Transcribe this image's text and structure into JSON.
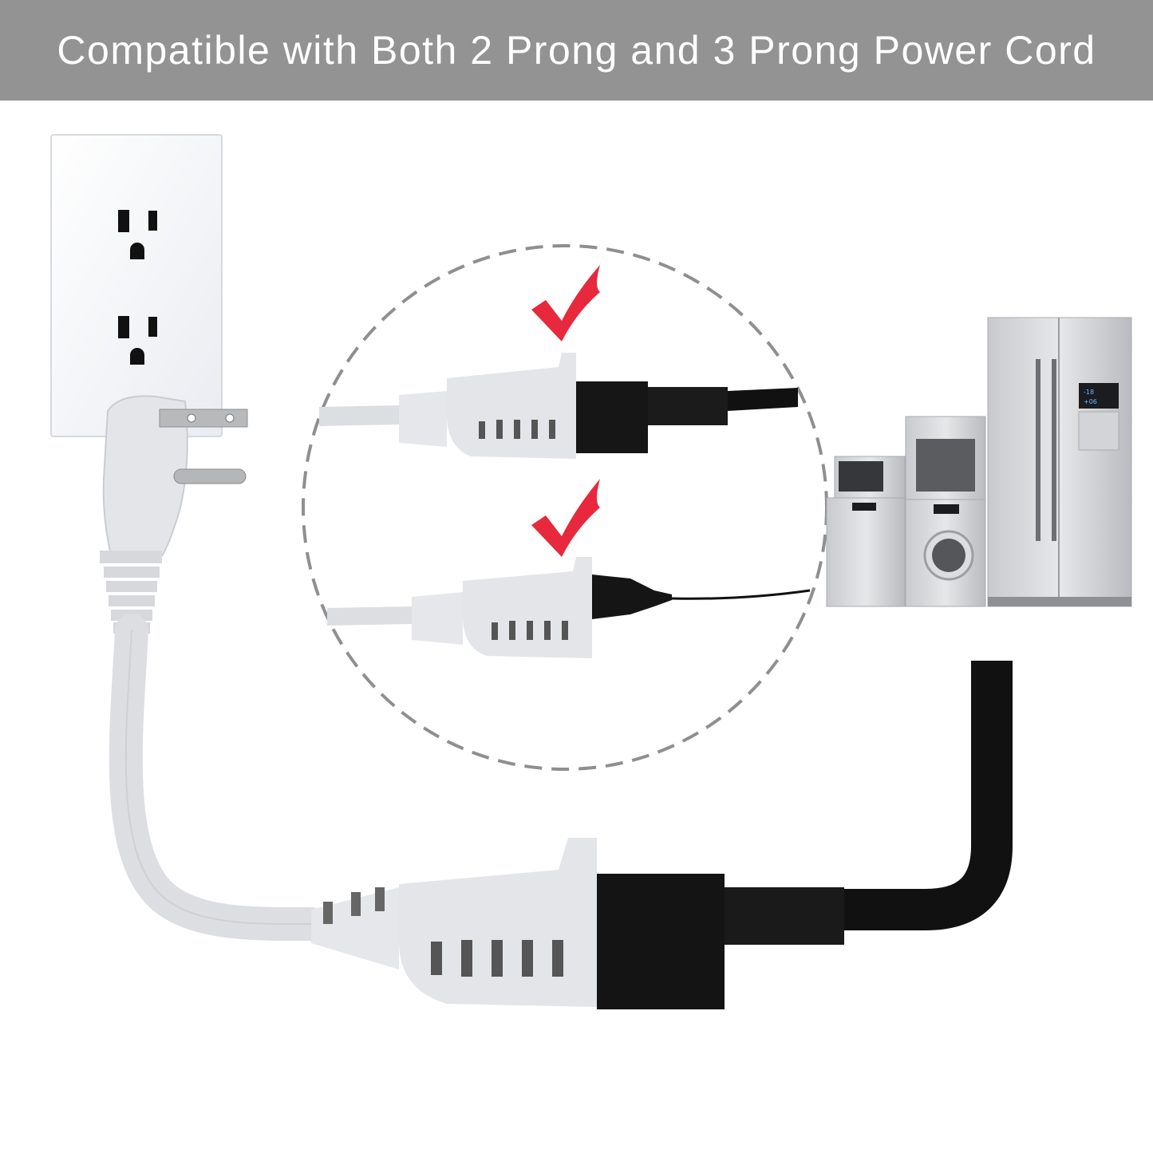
{
  "banner": {
    "title": "Compatible with Both 2 Prong and 3 Prong Power Cord",
    "background": "#939393",
    "text_color": "#ffffff"
  },
  "illustration": {
    "wall_outlet": {
      "label": "wall-outlet",
      "receptacles": 2
    },
    "plug": {
      "type": "3-prong flat angled plug",
      "color": "#e4e6ea"
    },
    "callout": {
      "style": "dashed-circle",
      "stroke": "#8f8f8f",
      "items": [
        {
          "label": "3-prong-connection",
          "check_color": "#e8283c"
        },
        {
          "label": "2-prong-connection",
          "check_color": "#e8283c"
        }
      ]
    },
    "appliances": [
      "microwave",
      "dishwasher",
      "oven",
      "washing-machine",
      "refrigerator"
    ],
    "fridge_display": [
      "-18",
      "+06"
    ],
    "cord_colors": {
      "extension": "#dcdee2",
      "appliance": "#111111"
    }
  }
}
